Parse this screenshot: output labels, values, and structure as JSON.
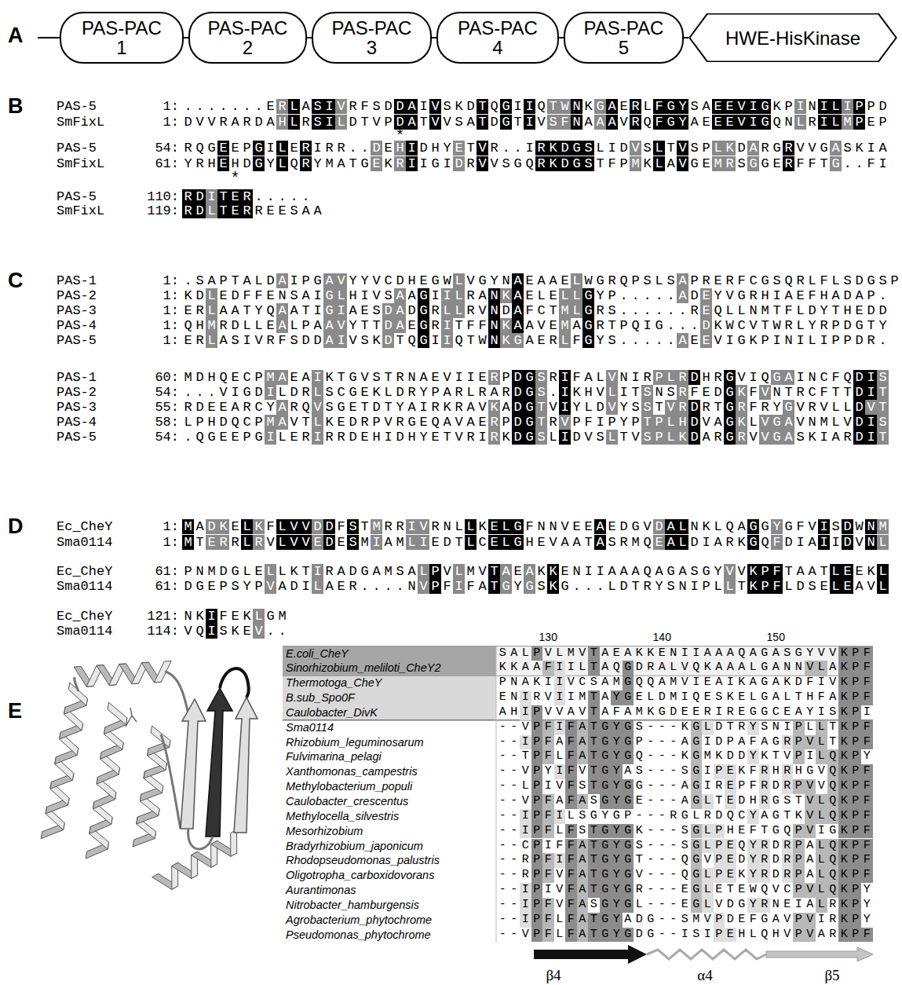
{
  "diagram": {
    "nodes": [
      {
        "text": [
          "PAS-PAC 1"
        ]
      },
      {
        "text": [
          "PAS-PAC 2"
        ]
      },
      {
        "text": [
          "PAS-PAC 3"
        ]
      },
      {
        "text": [
          "PAS-PAC 4"
        ]
      },
      {
        "text": [
          "PAS-PAC 5"
        ]
      },
      {
        "text": [
          "HWE-HisKinase"
        ]
      }
    ],
    "edges": [
      {
        "from": 0,
        "to": 1,
        "arrow": "none"
      },
      {
        "from": 1,
        "to": 2,
        "arrow": "none"
      },
      {
        "from": 2,
        "to": 3,
        "arrow": "none"
      },
      {
        "from": 3,
        "to": 4,
        "arrow": "none"
      },
      {
        "from": 4,
        "to": 5,
        "arrow": "none"
      }
    ],
    "labels": [
      "A",
      "B",
      "C",
      "D",
      "E",
      "PAS-5",
      "1:",
      ".......ERLASIVRFSDDAIVSKDTQGIIQTWNKGAERLFGYSAEEVIGKPINILIPPD",
      "SmFixL",
      "1:",
      "DVVRARDAHLRSILDTVPDATVVSATDGTIVSFNAAAVRQFGYAEEEVIGQNLRILMPEP",
      "PAS-5",
      "54:",
      "RQGEEPGILERIRR..DEHIDHYETVR..IRKDGSLIDVSLTVSPLKDARGRVVGASKIA",
      "SmFixL",
      "61:",
      "YRHEHDGYLQRYMATGEKRIIGIDRVVSGQRKDGSTFPMKLAVGEMRSGGERFFTG..FI",
      "PAS-5",
      "110:",
      "RDITER.....",
      "SmFixL",
      "119:",
      "RDLTERREESAA",
      "*",
      "*",
      "PAS-1",
      "1:",
      ".SAPTALDAIPGAVYYVCDHEGWLVGYNAEAAELWGRQPSLSAPRERFCGSQRLFLSDGSP",
      "PAS-2",
      "1:",
      "KDLEDFFENSAIGLHIVSAAGIILRANKAELELLGYP.....ADEYVGRHIAEFHADAP.",
      "PAS-3",
      "1:",
      "ERLAATYQAATIGIAESDADGRLLRVNDAFCTMLGRS......REQLLNMTFLDYTHEDD",
      "PAS-4",
      "1:",
      "QHMRDLLEALPAAVYTTDAEGRITFFNKAAVEMAGRTPQIG...DKWCVTWRLYRPDGTY",
      "PAS-5",
      "1:",
      "ERLASIVRFSDDAIVSKDTQGIIQTWNKGAERLFGYS.....AEEVIGKPINILIPPDR.",
      "PAS-1",
      "60:",
      "MDHQECPMAEAIKTGVSTRNAEVIIERPDGSRIFALVNIRPLRDHRGVIQGAINCFQDIS",
      "PAS-2",
      "54:",
      "...VIGDILDRLSCGEKLDRYPARLRARDGS.IKHVLITSNSRFEDGKFVNTRCFTTDIT",
      "PAS-3",
      "55:",
      "RDEEARCYARQVSGETDTYAIRKRAVKADGTVIYLDVYSSTVRDRTGRFRYGVRVLLDVT",
      "PAS-4",
      "58:",
      "LPHDQCPMAVTLKEDRPVRGEQAVAERPDGTRVPFIPYPTPLHDVAGKLVGAVNMLVDIS",
      "PAS-5",
      "54:",
      ".QGEEPGILERIRRDEHIDHYETVRIRKDGSLIDVSLTVSPLKDARGRVVGASKIARDIT",
      "Ec_CheY",
      "1:",
      "MADKELKFLVVDDFSTMRRIVRNLLKELGFNNVEEAEDGVDALNKLQAGGYGFVISDWNM",
      "Sma0114",
      "1:",
      "MTERRLRVLVVEDESMIAMLIEDTLCELGHEVAATASRMQEALDIARKGQFDIAIIDVNL",
      "Ec_CheY",
      "61:",
      "PNMDGLELLKTIRADGAMSALPVLMVTAEAKKENIIAAAQAGASGYVVKPFTAATLEEKL",
      "Sma0114",
      "61:",
      "DGEPSYPVADILAER....NVPFIFATGYGSKG...LDTRYSNIPLLTKPFLDSELEAVL",
      "Ec_CheY",
      "121:",
      "NKIFEKLGM",
      "Sma0114",
      "114:",
      "VQISKEV..",
      "130",
      "140",
      "150",
      "E.coli_CheY",
      "SALPVLMVTAEAKKENIIAAAQAGASGYVVKPF",
      "Sinorhizobium_meliloti_CheY2",
      "KKAAFIILTAQGDRALVQKAAALGANNVLAKPF",
      "Thermotoga_CheY",
      "PNAKIIVCSAMGQQAMVIEAIKAGAKDFIVKPF",
      "B.sub_Spo0F",
      "ENIRVIIMTAYGELDMIQESKELGALTHFAKPF",
      "Caulobacter_DivK",
      "AHIPVVAVTAFAMKGDEERIREGGCEAYISKPI",
      "Sma0114",
      "--VPFIFATGYGS---KGLDTRYSNIPLLTKPF",
      "Rhizobium_leguminosarum",
      "--IPFAFATGYGP---AGIDPAFAGRPVLTKPF",
      "Fulvimarina_pelagi",
      "--TPFLFATGYGQ---KGMKDDYKTVPILQKPY",
      "Xanthomonas_campestris",
      "--VPYIFVTGYAS---SGIPEKFRHRHGVQKPF",
      "Methylobacterium_populi",
      "--LPIVFSTGYGG---AGIREPFRDRPVVQKPF",
      "Caulobacter_crescentus",
      "--VPFAFASGYGE---AGLTEDHRGSTVLQKPF",
      "Methylocella_silvestris",
      "--IPFILSGYGP---RGLRDQCYAGTKVLQKPF",
      "Mesorhizobium",
      "--IPFLFSTGYGK---SGLPHEFTGQPVIGKPF",
      "Bradyrhizobium_japonicum",
      "--CPIFFATGYGS---SGLPEQYRDRPALQKPF",
      "Rhodopseudomonas_palustris",
      "--RPFIFATGYGT---QGVPEDYRDRPALQKPF",
      "Oligotropha_carboxidovorans",
      "--RPFVFATGYGV---QGLPEKYRDRPALQKPF",
      "Aurantimonas",
      "--IPIVFATGYGR---EGLETEWQVCPVLQKPY",
      "Nitrobacter_hamburgensis",
      "--IPFVFASGYGL---EGLVDGYRNEIALRKPY",
      "Agrobacterium_phytochrome",
      "--IPFLFATGYADG--SMVPDEFGAVPVIRKPY",
      "Pseudomonas_phytochrome",
      "--VPFLFATGYGDG--ISIPEHLQHVPVARKPF",
      "β4",
      "α4",
      "β5"
    ]
  }
}
